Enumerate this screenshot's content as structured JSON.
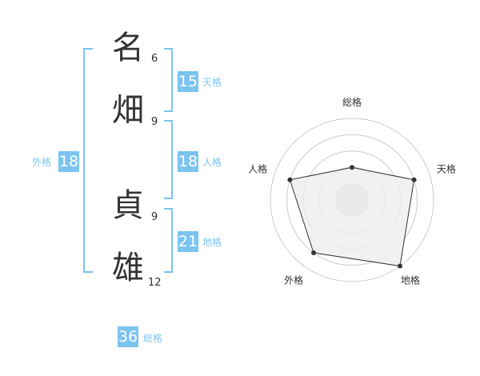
{
  "name": {
    "chars": [
      {
        "char": "名",
        "strokes": "6"
      },
      {
        "char": "畑",
        "strokes": "9"
      },
      {
        "char": "貞",
        "strokes": "9"
      },
      {
        "char": "雄",
        "strokes": "12"
      }
    ]
  },
  "kaku": {
    "tenkaku": {
      "value": "15",
      "label": "天格"
    },
    "jinkaku": {
      "value": "18",
      "label": "人格"
    },
    "chikaku": {
      "value": "21",
      "label": "地格"
    },
    "gaikaku": {
      "value": "18",
      "label": "外格"
    },
    "soukaku": {
      "value": "36",
      "label": "総格"
    }
  },
  "colors": {
    "accent": "#7cc4f0",
    "text": "#333333",
    "radar_fill": "#eeeeee",
    "radar_ring": "#cccccc"
  },
  "chart_data": {
    "type": "radar",
    "axes": [
      "総格",
      "天格",
      "地格",
      "外格",
      "人格"
    ],
    "values": [
      2,
      4,
      5,
      4,
      4
    ],
    "max": 5,
    "rings": 5,
    "grid": true
  }
}
